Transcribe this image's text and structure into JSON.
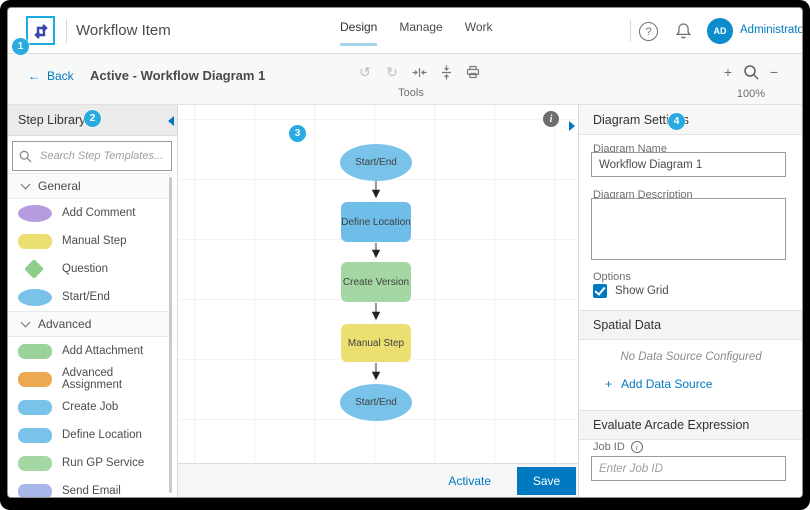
{
  "colors": {
    "accent_blue": "#0079c1",
    "badge_cyan": "#29abe2",
    "logo_border": "#1aabe3",
    "logo_glyph": "#3b44ac",
    "grid_line": "#f2f2f2"
  },
  "callouts": {
    "one": "1",
    "two": "2",
    "three": "3",
    "four": "4"
  },
  "header": {
    "title": "Workflow Item",
    "tabs": [
      {
        "label": "Design"
      },
      {
        "label": "Manage"
      },
      {
        "label": "Work"
      }
    ],
    "active_tab": "Design",
    "help_glyph": "?",
    "user_initials": "AD",
    "user_name": "Administrator"
  },
  "toolbar": {
    "back_arrow": "←",
    "back_label": "Back",
    "diagram_title": "Active - Workflow Diagram 1",
    "undo_glyph": "↺",
    "redo_glyph": "↻",
    "tools_label": "Tools",
    "zoom_plus": "+",
    "zoom_minus": "−",
    "zoom_level": "100%"
  },
  "step_library": {
    "title": "Step Library",
    "search_placeholder": "Search Step Templates...",
    "sections": [
      {
        "label": "General",
        "items": [
          {
            "label": "Add Comment",
            "shape": "ellipse",
            "color": "#b79bdf"
          },
          {
            "label": "Manual Step",
            "shape": "rect",
            "color": "#ecdf72"
          },
          {
            "label": "Question",
            "shape": "diamond",
            "color": "#8fcd8c"
          },
          {
            "label": "Start/End",
            "shape": "ellipse",
            "color": "#79c3ea"
          }
        ]
      },
      {
        "label": "Advanced",
        "items": [
          {
            "label": "Add Attachment",
            "shape": "rect",
            "color": "#9bd29a"
          },
          {
            "label": "Advanced Assignment",
            "shape": "rect",
            "color": "#eda952"
          },
          {
            "label": "Create Job",
            "shape": "rect",
            "color": "#79c3ea"
          },
          {
            "label": "Define Location",
            "shape": "rect",
            "color": "#79c3ea"
          },
          {
            "label": "Run GP Service",
            "shape": "rect",
            "color": "#a5d7a5"
          },
          {
            "label": "Send Email",
            "shape": "rect",
            "color": "#a9b6ea"
          }
        ]
      }
    ]
  },
  "canvas": {
    "nodes": [
      {
        "label": "Start/End",
        "shape": "ellipse",
        "color": "#79c3ea"
      },
      {
        "label": "Define Location",
        "shape": "rect",
        "color": "#6fbee9"
      },
      {
        "label": "Create Version",
        "shape": "rect",
        "color": "#a5d7a5"
      },
      {
        "label": "Manual Step",
        "shape": "rect",
        "color": "#ecdf72"
      },
      {
        "label": "Start/End",
        "shape": "ellipse",
        "color": "#79c3ea"
      }
    ],
    "footer": {
      "activate_label": "Activate",
      "save_label": "Save"
    }
  },
  "settings_panel": {
    "title": "Diagram Settings",
    "diagram_name_label": "Diagram Name",
    "diagram_name_value": "Workflow Diagram 1",
    "diagram_description_label": "Diagram Description",
    "options_label": "Options",
    "show_grid_label": "Show Grid",
    "show_grid_checked": true,
    "spatial_section_title": "Spatial Data",
    "no_data_source_text": "No Data Source Configured",
    "add_plus": "+",
    "add_data_source_label": "Add Data Source",
    "arcade_section_title": "Evaluate Arcade Expression",
    "job_id_label": "Job ID",
    "job_id_placeholder": "Enter Job ID"
  }
}
